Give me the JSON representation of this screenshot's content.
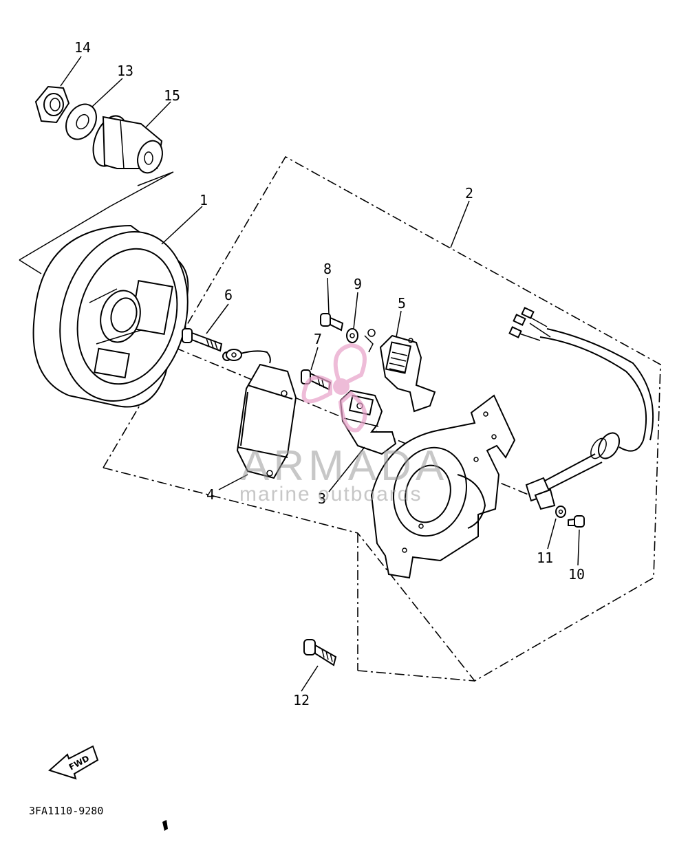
{
  "diagram": {
    "part_labels": {
      "p1": "1",
      "p2": "2",
      "p3": "3",
      "p4": "4",
      "p5": "5",
      "p6": "6",
      "p7": "7",
      "p8": "8",
      "p9": "9",
      "p10": "10",
      "p11": "11",
      "p12": "12",
      "p13": "13",
      "p14": "14",
      "p15": "15"
    },
    "diagram_code": "3FA1110-9280",
    "fwd_label": "FWD"
  },
  "watermark": {
    "brand": "ARMADA",
    "tagline": "marine outboards",
    "logo_color": "#e8a0c8"
  }
}
